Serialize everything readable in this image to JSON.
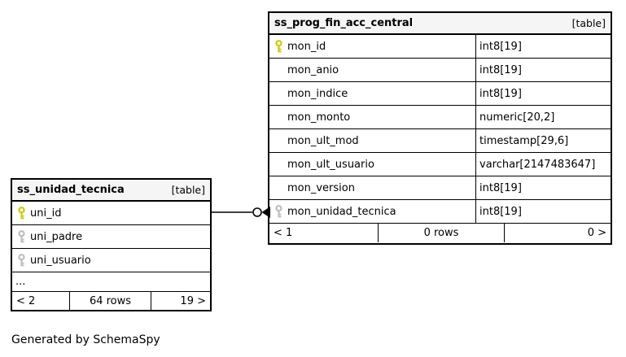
{
  "page": {
    "footnote": "Generated by SchemaSpy"
  },
  "colors": {
    "primary_key": "#cccc00",
    "foreign_key": "#bdbdbd",
    "header_bg": "#f5f5f5",
    "border": "#000000",
    "row_bg": "#ffffff",
    "text": "#000000"
  },
  "relationship": {
    "from_table": "ss_unidad_tecnica",
    "from_column": "uni_id",
    "to_table": "ss_prog_fin_acc_central",
    "to_column": "mon_unidad_tecnica"
  },
  "tables": [
    {
      "name": "ss_prog_fin_acc_central",
      "badge": "[table]",
      "columns": [
        {
          "name": "mon_id",
          "type": "int8[19]",
          "key": "primary"
        },
        {
          "name": "mon_anio",
          "type": "int8[19]",
          "key": "none"
        },
        {
          "name": "mon_indice",
          "type": "int8[19]",
          "key": "none"
        },
        {
          "name": "mon_monto",
          "type": "numeric[20,2]",
          "key": "none"
        },
        {
          "name": "mon_ult_mod",
          "type": "timestamp[29,6]",
          "key": "none"
        },
        {
          "name": "mon_ult_usuario",
          "type": "varchar[2147483647]",
          "key": "none"
        },
        {
          "name": "mon_version",
          "type": "int8[19]",
          "key": "none"
        },
        {
          "name": "mon_unidad_tecnica",
          "type": "int8[19]",
          "key": "foreign"
        }
      ],
      "pager": {
        "prev": "< 1",
        "rows": "0 rows",
        "next": "0 >"
      }
    },
    {
      "name": "ss_unidad_tecnica",
      "badge": "[table]",
      "columns": [
        {
          "name": "uni_id",
          "key": "primary"
        },
        {
          "name": "uni_padre",
          "key": "foreign"
        },
        {
          "name": "uni_usuario",
          "key": "foreign"
        }
      ],
      "ellipsis": "...",
      "pager": {
        "prev": "< 2",
        "rows": "64 rows",
        "next": "19 >"
      }
    }
  ]
}
